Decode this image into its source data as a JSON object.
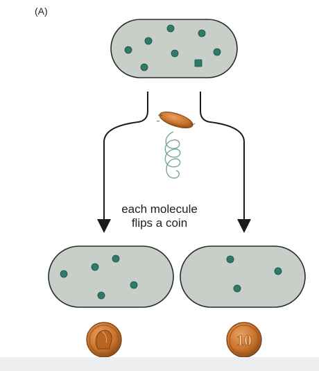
{
  "panel_label": "(A)",
  "caption_line1": "each molecule",
  "caption_line2": "flips a coin",
  "coins": {
    "left": {
      "face": "heads"
    },
    "right": {
      "face": "tails",
      "value": "10"
    }
  },
  "colors": {
    "cell_fill": "#c8cfc9",
    "cell_stroke": "#2a2a2a",
    "molecule": "#2f7a6a",
    "coin": "#c8742c",
    "coin_dark": "#8a4a16"
  }
}
